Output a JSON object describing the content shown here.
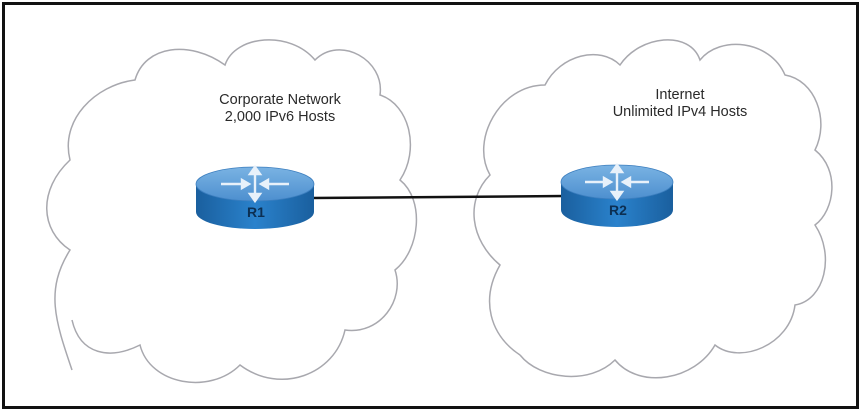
{
  "diagram": {
    "clouds": [
      {
        "id": "corporate",
        "title": "Corporate Network",
        "subtitle": "2,000 IPv6 Hosts"
      },
      {
        "id": "internet",
        "title": "Internet",
        "subtitle": "Unlimited IPv4 Hosts"
      }
    ],
    "routers": [
      {
        "id": "r1",
        "label": "R1"
      },
      {
        "id": "r2",
        "label": "R2"
      }
    ],
    "links": [
      {
        "from": "R1",
        "to": "R2"
      }
    ],
    "colors": {
      "router_top": "#5a9bd5",
      "router_side": "#1d6fb8",
      "cloud_stroke": "#a8a8ae",
      "link": "#111111"
    }
  }
}
